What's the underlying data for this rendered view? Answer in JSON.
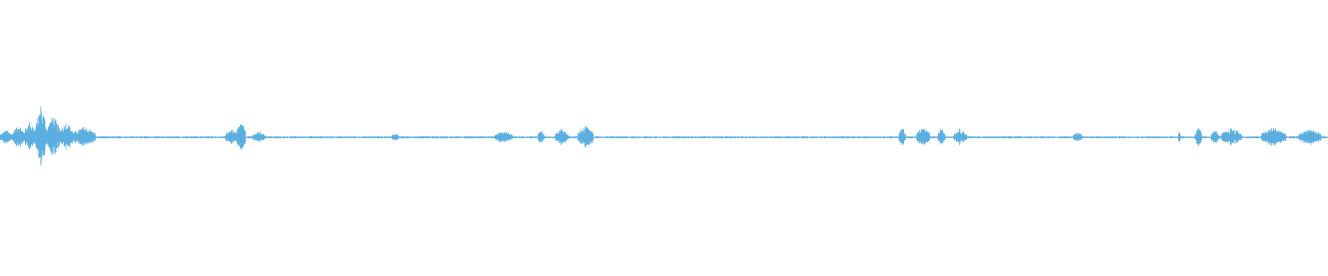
{
  "waveform": {
    "color": "#5aaee0",
    "background": "#ffffff",
    "duration_fraction_bursts": [
      {
        "start": 0.0,
        "end": 0.01,
        "amp": 0.1
      },
      {
        "start": 0.01,
        "end": 0.018,
        "amp": 0.18
      },
      {
        "start": 0.018,
        "end": 0.027,
        "amp": 0.22
      },
      {
        "start": 0.027,
        "end": 0.035,
        "amp": 0.45
      },
      {
        "start": 0.035,
        "end": 0.045,
        "amp": 0.3
      },
      {
        "start": 0.045,
        "end": 0.055,
        "amp": 0.22
      },
      {
        "start": 0.055,
        "end": 0.072,
        "amp": 0.15
      },
      {
        "start": 0.17,
        "end": 0.178,
        "amp": 0.12
      },
      {
        "start": 0.178,
        "end": 0.185,
        "amp": 0.22
      },
      {
        "start": 0.19,
        "end": 0.2,
        "amp": 0.08
      },
      {
        "start": 0.295,
        "end": 0.3,
        "amp": 0.06
      },
      {
        "start": 0.372,
        "end": 0.386,
        "amp": 0.09
      },
      {
        "start": 0.405,
        "end": 0.41,
        "amp": 0.1
      },
      {
        "start": 0.418,
        "end": 0.428,
        "amp": 0.12
      },
      {
        "start": 0.435,
        "end": 0.447,
        "amp": 0.16
      },
      {
        "start": 0.677,
        "end": 0.682,
        "amp": 0.15
      },
      {
        "start": 0.69,
        "end": 0.7,
        "amp": 0.14
      },
      {
        "start": 0.706,
        "end": 0.712,
        "amp": 0.12
      },
      {
        "start": 0.718,
        "end": 0.728,
        "amp": 0.12
      },
      {
        "start": 0.808,
        "end": 0.815,
        "amp": 0.08
      },
      {
        "start": 0.887,
        "end": 0.889,
        "amp": 0.1
      },
      {
        "start": 0.9,
        "end": 0.905,
        "amp": 0.14
      },
      {
        "start": 0.912,
        "end": 0.918,
        "amp": 0.1
      },
      {
        "start": 0.92,
        "end": 0.935,
        "amp": 0.13
      },
      {
        "start": 0.95,
        "end": 0.968,
        "amp": 0.14
      },
      {
        "start": 0.978,
        "end": 0.995,
        "amp": 0.12
      }
    ],
    "baseline_noise_amp": 0.015
  }
}
